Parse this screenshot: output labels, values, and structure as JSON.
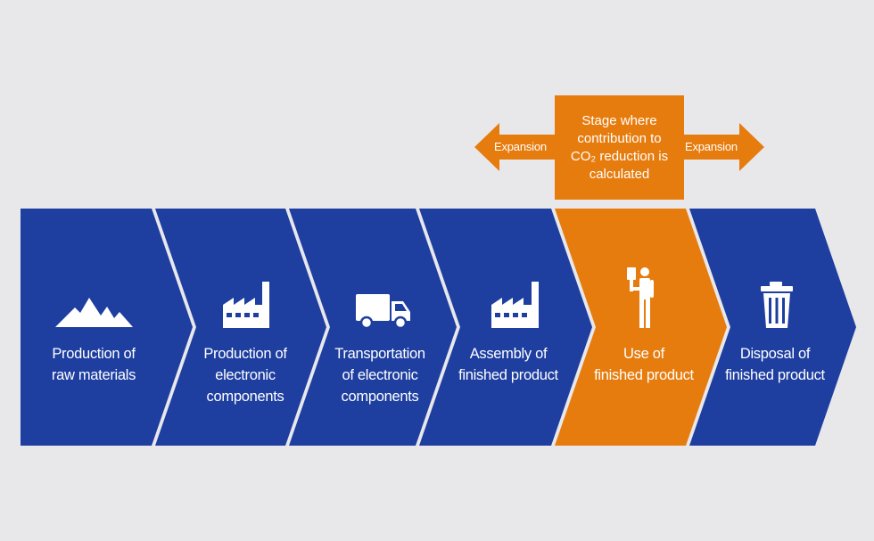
{
  "stages": [
    {
      "label": "Production of\nraw materials",
      "icon": "mountains-icon",
      "highlighted": false
    },
    {
      "label": "Production of\nelectronic\ncomponents",
      "icon": "factory-icon",
      "highlighted": false
    },
    {
      "label": "Transportation\nof electronic\ncomponents",
      "icon": "truck-icon",
      "highlighted": false
    },
    {
      "label": "Assembly of\nfinished product",
      "icon": "factory-icon",
      "highlighted": false
    },
    {
      "label": "Use of\nfinished product",
      "icon": "person-with-device-icon",
      "highlighted": true
    },
    {
      "label": "Disposal of\nfinished product",
      "icon": "trash-bin-icon",
      "highlighted": false
    }
  ],
  "callout": {
    "text": "Stage where\ncontribution to\nCO₂ reduction is\ncalculated"
  },
  "expansion": {
    "left_label": "Expansion",
    "right_label": "Expansion"
  },
  "colors": {
    "background": "#e8e8eb",
    "stage_blue": "#1e3ea0",
    "highlight_orange": "#e77c0e",
    "text": "#ffffff"
  }
}
